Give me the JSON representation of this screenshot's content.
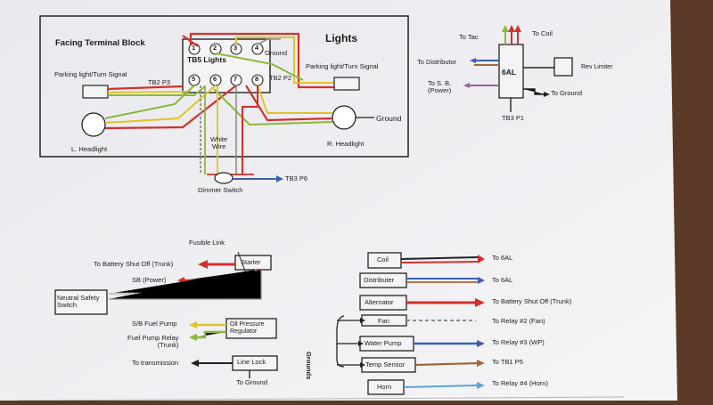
{
  "lights": {
    "title": "Lights",
    "terminal_block_title": "Facing Terminal Block",
    "tb5_label": "TB5 Lights",
    "terminals_top": [
      "1",
      "2",
      "3",
      "4"
    ],
    "terminals_bottom": [
      "5",
      "6",
      "7",
      "8"
    ],
    "ground_top": "Ground",
    "park_left": "Parking light/Turn Signal",
    "park_right": "Parking light/Turn Signal",
    "tb2p3": "TB2 P3",
    "tb2p2": "TB2 P2",
    "l_headlight": "L. Headlight",
    "r_headlight": "R. Headlight",
    "ground_right": "Ground",
    "white_wire": "White\nWire",
    "dimmer_switch": "Dimmer Switch",
    "tb3p6": "TB3 P6"
  },
  "ignition": {
    "to_tac": "To Tac",
    "to_coil": "To Coil",
    "to_distributor": "To Distributor",
    "to_sb_power": "To S. B.\n(Power)",
    "module": "6AL",
    "rev_limiter": "Rev Limiter",
    "to_ground": "To Ground",
    "tb3p1": "TB3 P1"
  },
  "starter": {
    "fusible_link": "Fusible Link",
    "starter": "Starter",
    "to_battery_shutoff": "To Battery Shut Off (Trunk)",
    "sb_power": "SB (Power)",
    "neutral_safety": "Neutral Safety\nSwitch",
    "sb_fuel_pump": "S/B Fuel Pump",
    "oil_pressure": "Oil Pressure\nRegulator",
    "fuel_pump_relay": "Fuel Pump Relay\n(Trunk)",
    "to_transmission": "To transmission",
    "line_lock": "Line Lock",
    "to_ground": "To Ground"
  },
  "components": {
    "grounds_label": "Grounds",
    "rows": [
      {
        "label": "Coil",
        "dest": "To 6AL"
      },
      {
        "label": "Distributer",
        "dest": "To 6AL"
      },
      {
        "label": "Alternator",
        "dest": "To Battery Shut Off (Trunk)"
      },
      {
        "label": "Fan",
        "dest": "To Relay #2 (Fan)"
      },
      {
        "label": "Water Pump",
        "dest": "To Relay #3 (WP)"
      },
      {
        "label": "Temp Sensor",
        "dest": "To TB1 P5"
      },
      {
        "label": "Horn",
        "dest": "To Relay #4 (Horn)"
      }
    ]
  },
  "colors": {
    "red": "#d3302c",
    "green": "#8ab83a",
    "yellow": "#e0c22a",
    "blue": "#3b5fb0",
    "purple": "#9a5fa0",
    "brown": "#a2663c",
    "orange": "#e07a2a",
    "lightblue": "#5aa6d8",
    "gray": "#8d8d8d"
  }
}
